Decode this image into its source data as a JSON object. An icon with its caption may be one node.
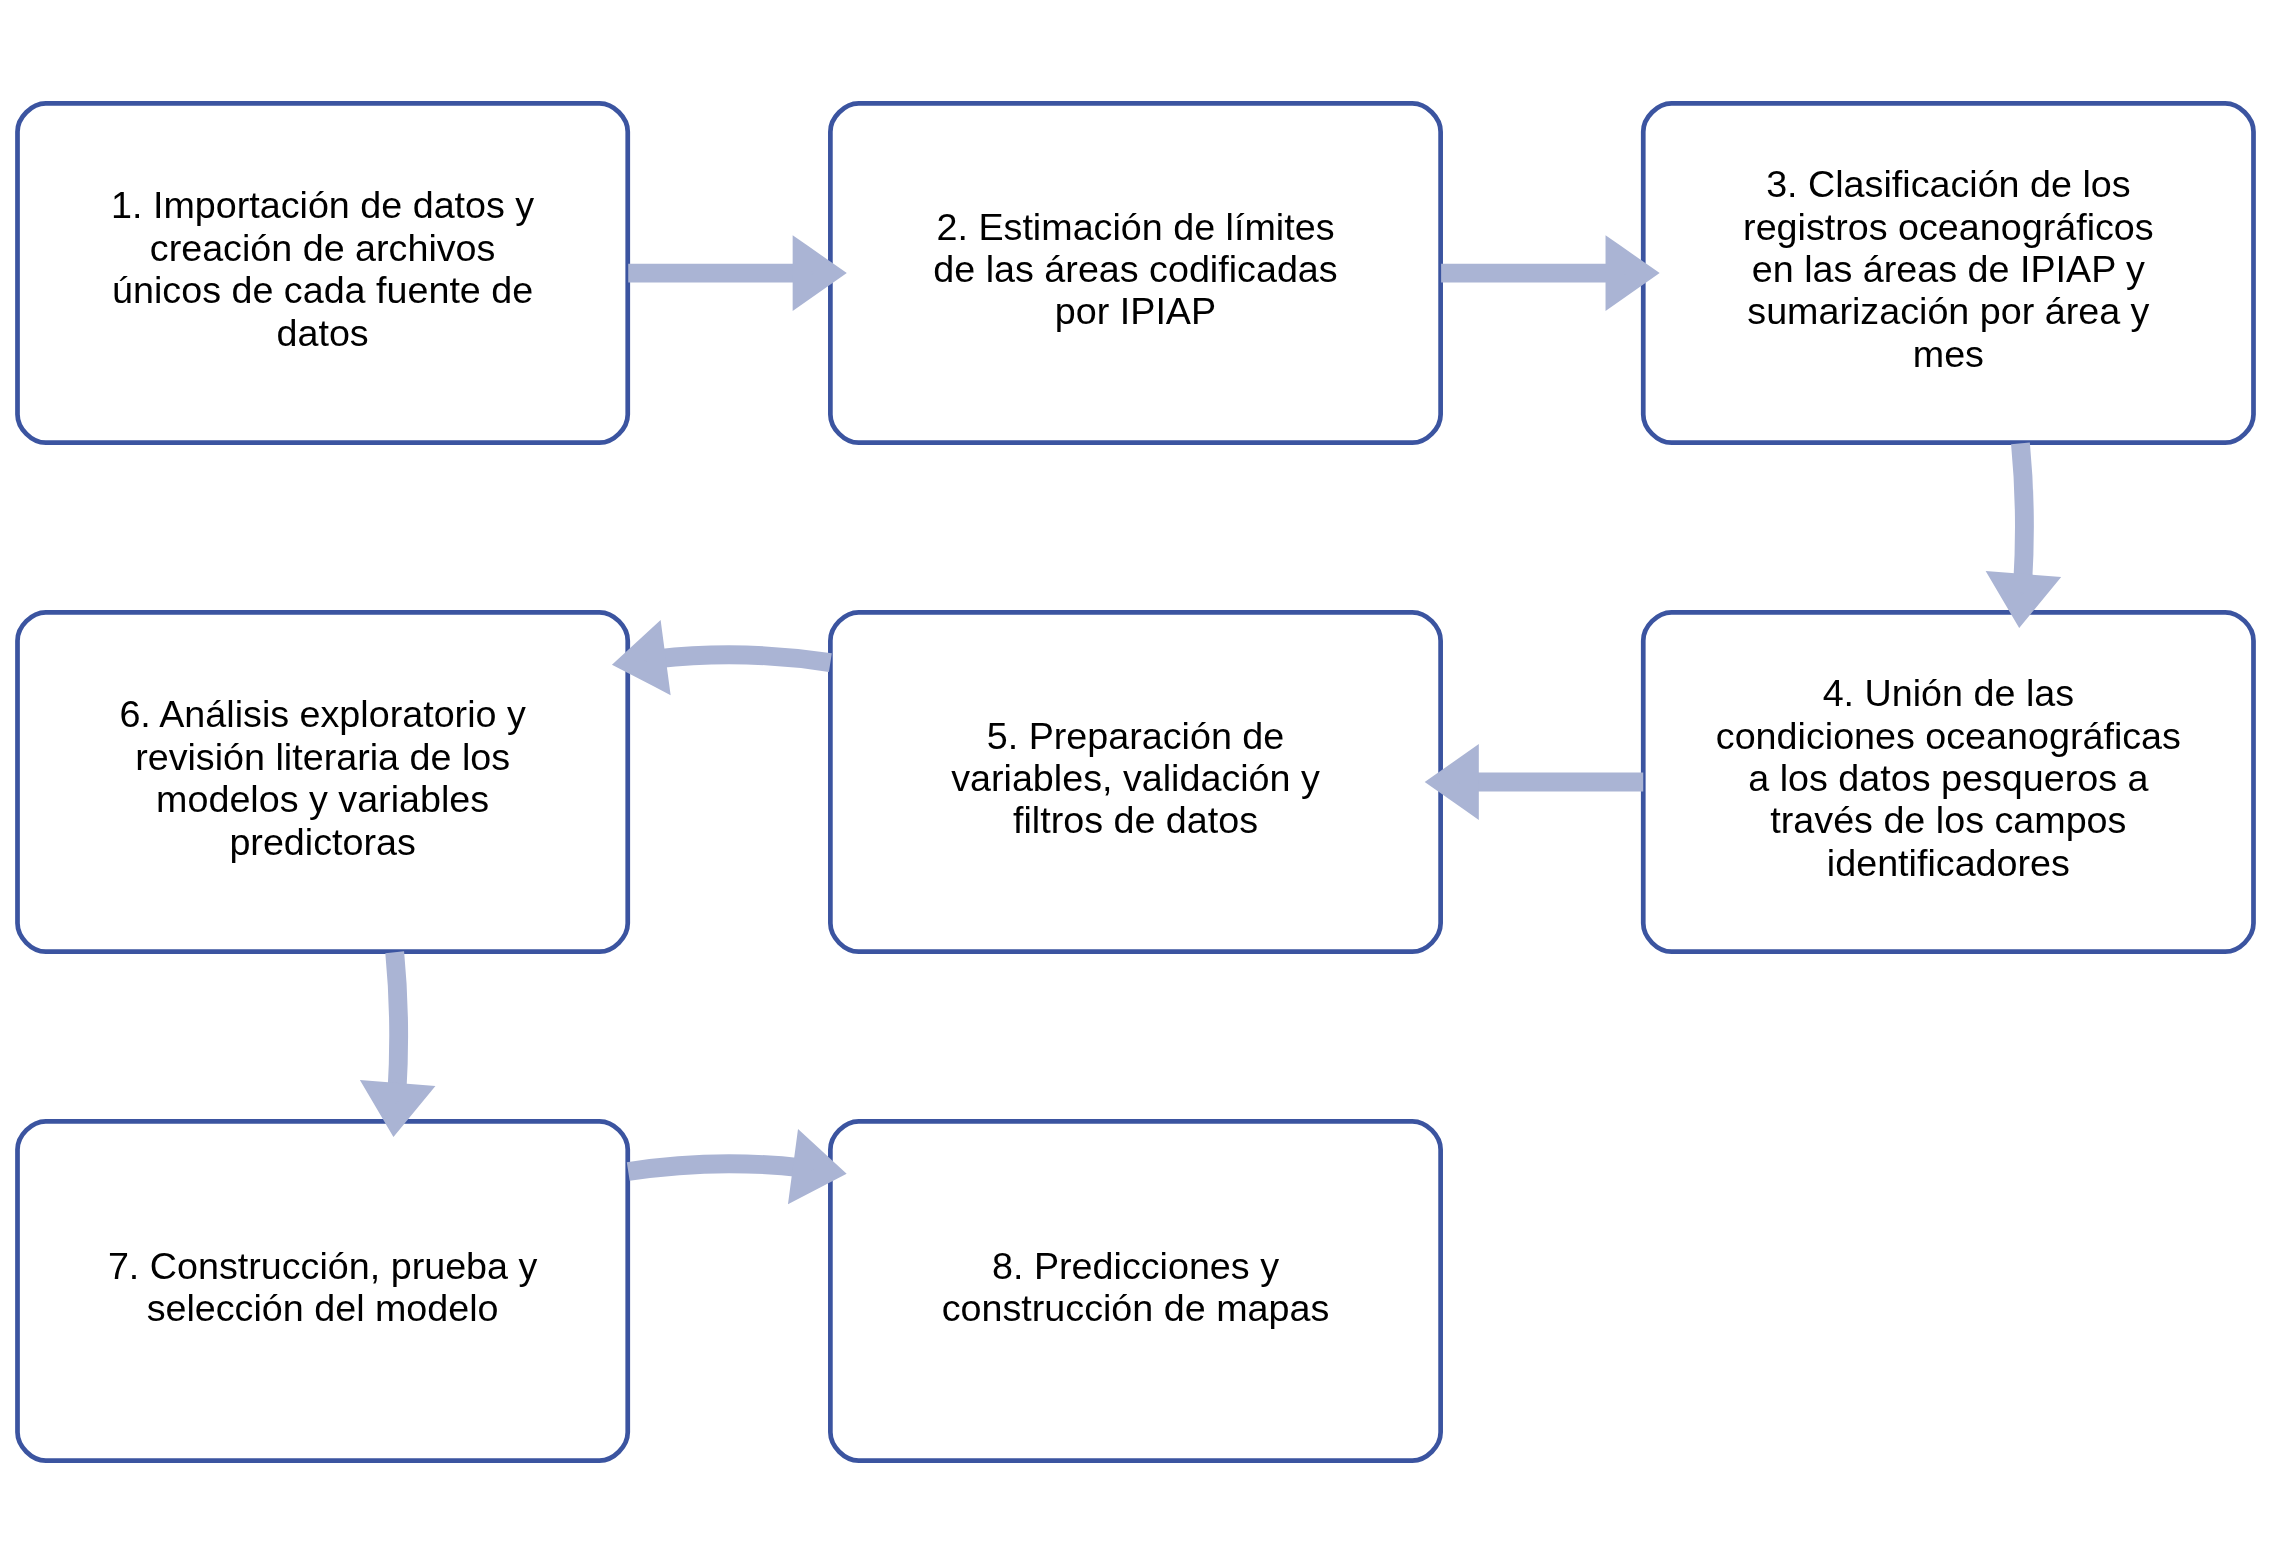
{
  "diagram": {
    "nodes": [
      {
        "text": [
          "1. Importación de datos y creación de archivos únicos de cada fuente de datos"
        ]
      },
      {
        "text": [
          "2. Estimación de límites de las áreas codificadas por IPIAP"
        ]
      },
      {
        "text": [
          "3. Clasificación de los registros oceanográficos en las áreas de IPIAP y sumarización por área y mes"
        ]
      },
      {
        "text": [
          "4. Unión de las condiciones oceanográficas a los datos pesqueros a través de los campos identificadores"
        ]
      },
      {
        "text": [
          "5. Preparación de variables, validación y filtros de datos"
        ]
      },
      {
        "text": [
          "6. Análisis exploratorio y revisión literaria de los modelos y variables predictoras"
        ]
      },
      {
        "text": [
          "7. Construcción, prueba y selección del modelo"
        ]
      },
      {
        "text": [
          "8. Predicciones y construcción de mapas"
        ]
      }
    ],
    "edges": [
      {
        "from": 0,
        "to": 1,
        "arrow": "to"
      },
      {
        "from": 1,
        "to": 2,
        "arrow": "to"
      },
      {
        "from": 2,
        "to": 3,
        "arrow": "to"
      },
      {
        "from": 3,
        "to": 4,
        "arrow": "to"
      },
      {
        "from": 4,
        "to": 5,
        "arrow": "to"
      },
      {
        "from": 5,
        "to": 6,
        "arrow": "to"
      },
      {
        "from": 6,
        "to": 7,
        "arrow": "to"
      }
    ]
  }
}
